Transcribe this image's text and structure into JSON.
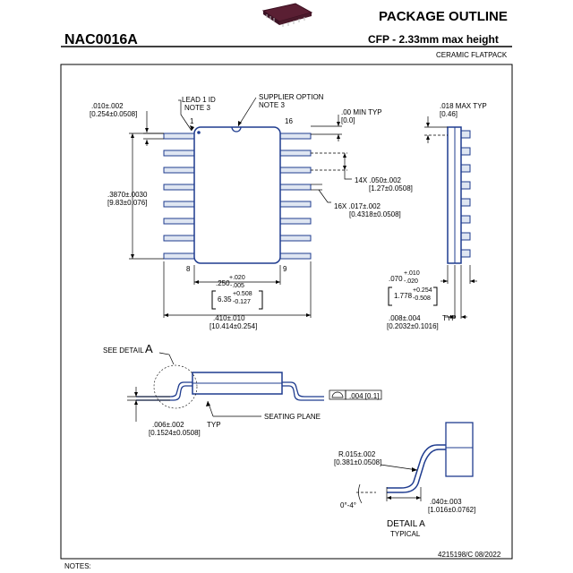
{
  "header": {
    "title": "PACKAGE OUTLINE",
    "part_number": "NAC0016A",
    "package_desc": "CFP - 2.33mm max height",
    "package_type": "CERAMIC FLATPACK"
  },
  "callouts": {
    "lead1_id": "LEAD 1 ID",
    "lead1_note": "NOTE 3",
    "supplier_option": "SUPPLIER OPTION",
    "supplier_note": "NOTE 3",
    "pin1": "1",
    "pin16": "16",
    "pin8": "8",
    "pin9": "9",
    "see_detail": "SEE DETAIL",
    "detail_letter": "A",
    "seating_plane": "SEATING PLANE",
    "detail_a": "DETAIL A",
    "typical": "TYPICAL",
    "typ": "TYP",
    "typ2": "TYP",
    "flatness": ".004 [0.1]"
  },
  "dims": {
    "lead_w_in": ".010±.002",
    "lead_w_mm": "[0.254±0.0508]",
    "min_typ_in": ".00 MIN TYP",
    "min_typ_mm": "[0.0]",
    "pitch_in": "14X .050±.002",
    "pitch_mm": "[1.27±0.0508]",
    "width16_in": "16X .017±.002",
    "width16_mm": "[0.4318±0.0508]",
    "body_len_in": ".3870±.0030",
    "body_len_mm": "[9.83±0.076]",
    "body_w_in": ".250",
    "body_w_tol_plus": "+.020",
    "body_w_tol_minus": "-.005",
    "body_w_mm": "6.35",
    "body_w_mm_plus": "+0.508",
    "body_w_mm_minus": "-0.127",
    "overall_in": ".410±.010",
    "overall_mm": "[10.414±0.254]",
    "side_max_in": ".018 MAX TYP",
    "side_max_mm": "[0.46]",
    "height_in": ".070",
    "height_tol_plus": "+.010",
    "height_tol_minus": "-.020",
    "height_mm": "1.778",
    "height_mm_plus": "+0.254",
    "height_mm_minus": "-0.508",
    "thick_in": ".008±.004",
    "thick_mm": "[0.2032±0.1016]",
    "standoff_in": ".006±.002",
    "standoff_mm": "[0.1524±0.0508]",
    "radius_in": "R.015±.002",
    "radius_mm": "[0.381±0.0508]",
    "angle": "0°-4°",
    "foot_in": ".040±.003",
    "foot_mm": "[1.016±0.0762]"
  },
  "footer": {
    "doc_number": "4215198/C  08/2022",
    "notes_label": "NOTES:"
  },
  "colors": {
    "body_outline": "#1f3c8f",
    "lead_fill": "#dfe6f2",
    "line": "#000000",
    "frame": "#000000"
  }
}
